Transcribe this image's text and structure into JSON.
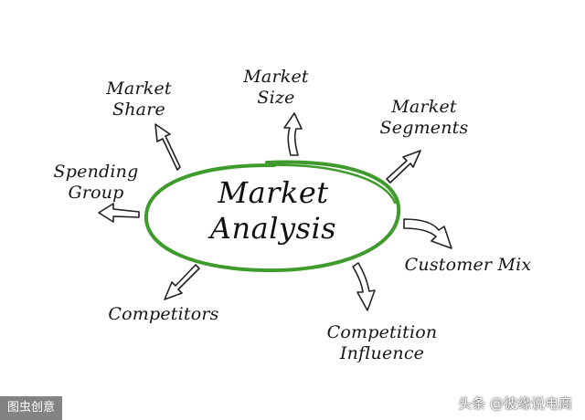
{
  "center": {
    "line1": "Market",
    "line2": "Analysis",
    "ellipse_color": "#3f9b2c"
  },
  "nodes": {
    "market_share": {
      "line1": "Market",
      "line2": "Share"
    },
    "market_size": {
      "line1": "Market",
      "line2": "Size"
    },
    "market_segments": {
      "line1": "Market",
      "line2": "Segments"
    },
    "spending_group": {
      "line1": "Spending",
      "line2": "Group"
    },
    "customer_mix": {
      "line1": "Customer Mix"
    },
    "competitors": {
      "line1": "Competitors"
    },
    "competition_influence": {
      "line1": "Competition",
      "line2": "Influence"
    }
  },
  "watermarks": {
    "left": "图虫创意",
    "right": "头条 @彼缘说电商"
  }
}
